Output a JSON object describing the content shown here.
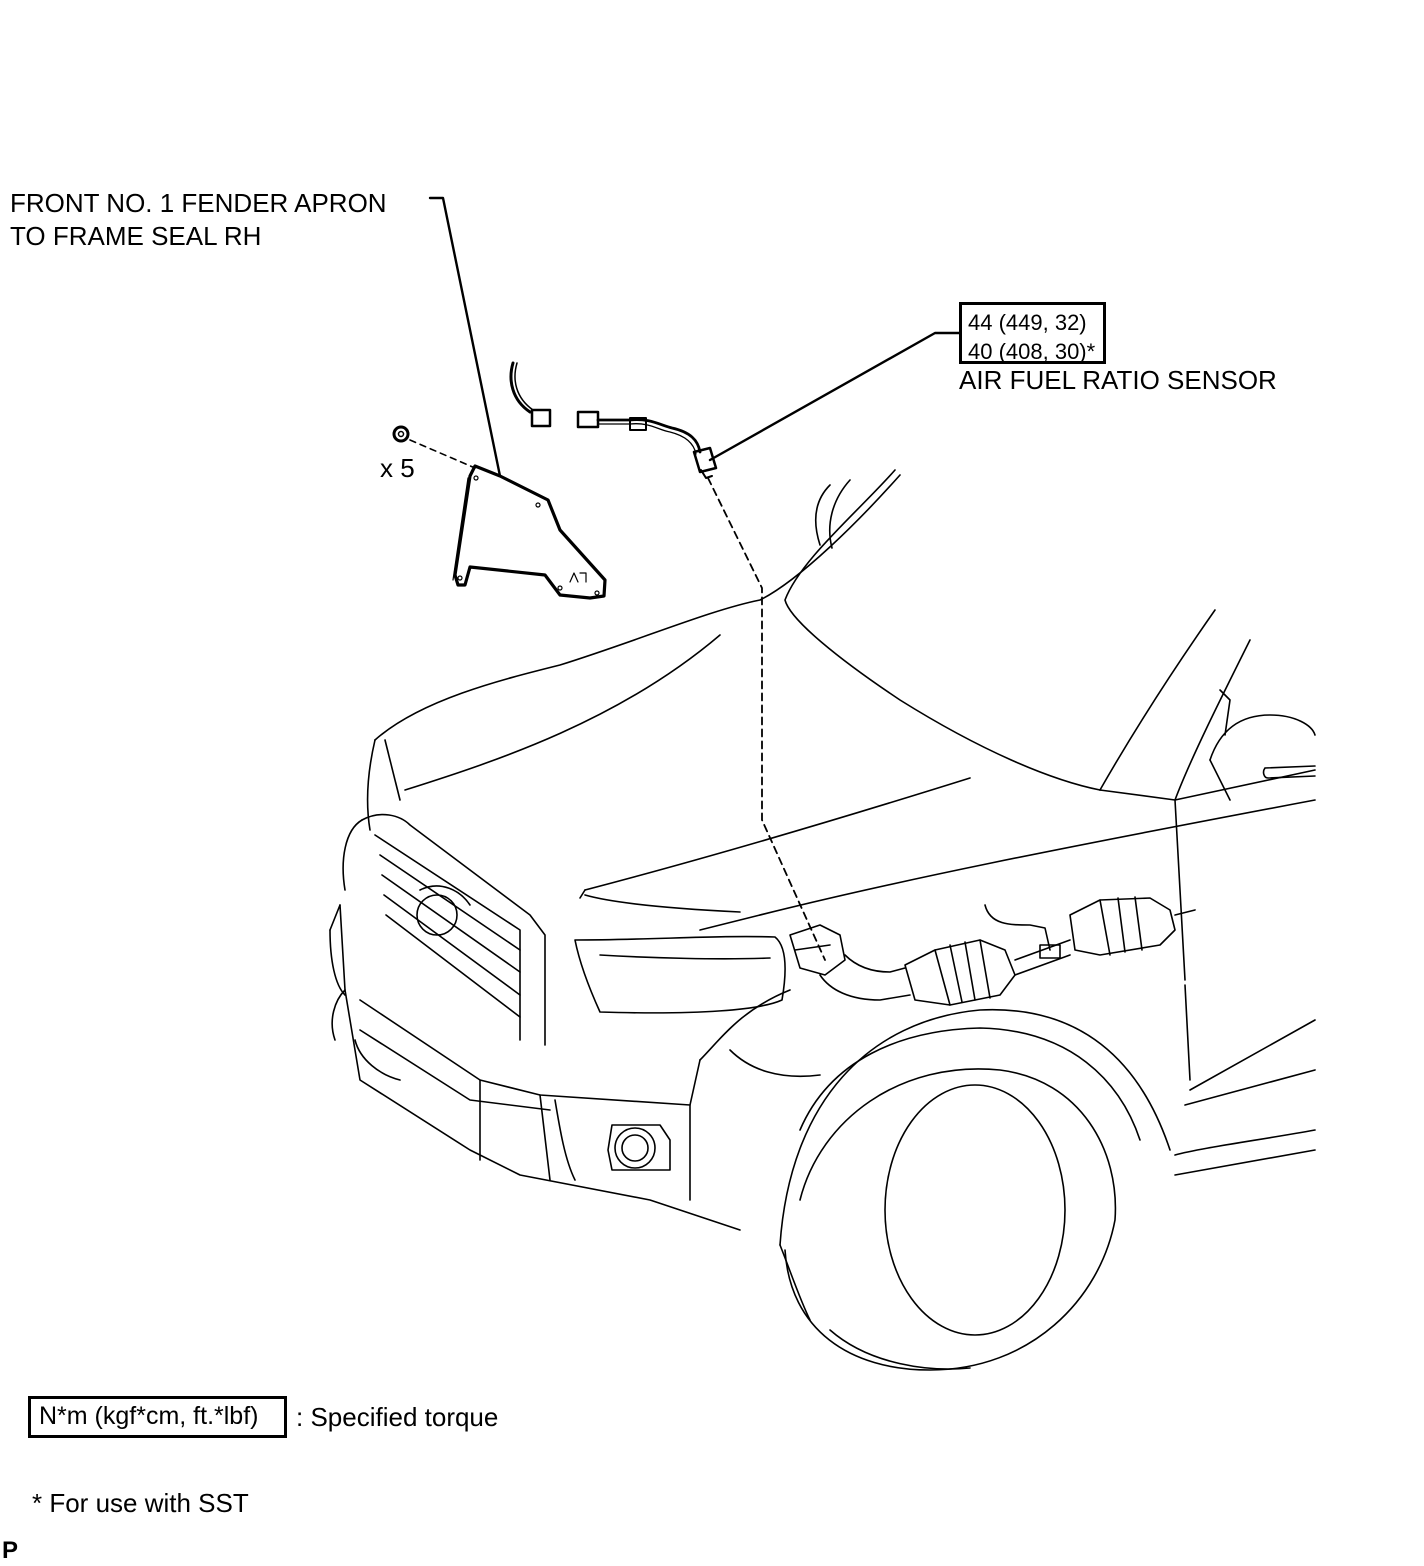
{
  "labels": {
    "seal_line1": "FRONT NO. 1 FENDER APRON",
    "seal_line2": "TO FRAME SEAL RH",
    "clip_count": "x 5",
    "sensor_name": "AIR FUEL RATIO SENSOR",
    "torque_line1": "44 (449, 32)",
    "torque_line2": "40 (408, 30)*"
  },
  "legend": {
    "torque_box_text": "N*m (kgf*cm, ft.*lbf)",
    "torque_desc": ": Specified torque",
    "sst_note": "* For use with SST",
    "corner_mark": "P"
  },
  "colors": {
    "line": "#000000",
    "background": "#ffffff"
  }
}
